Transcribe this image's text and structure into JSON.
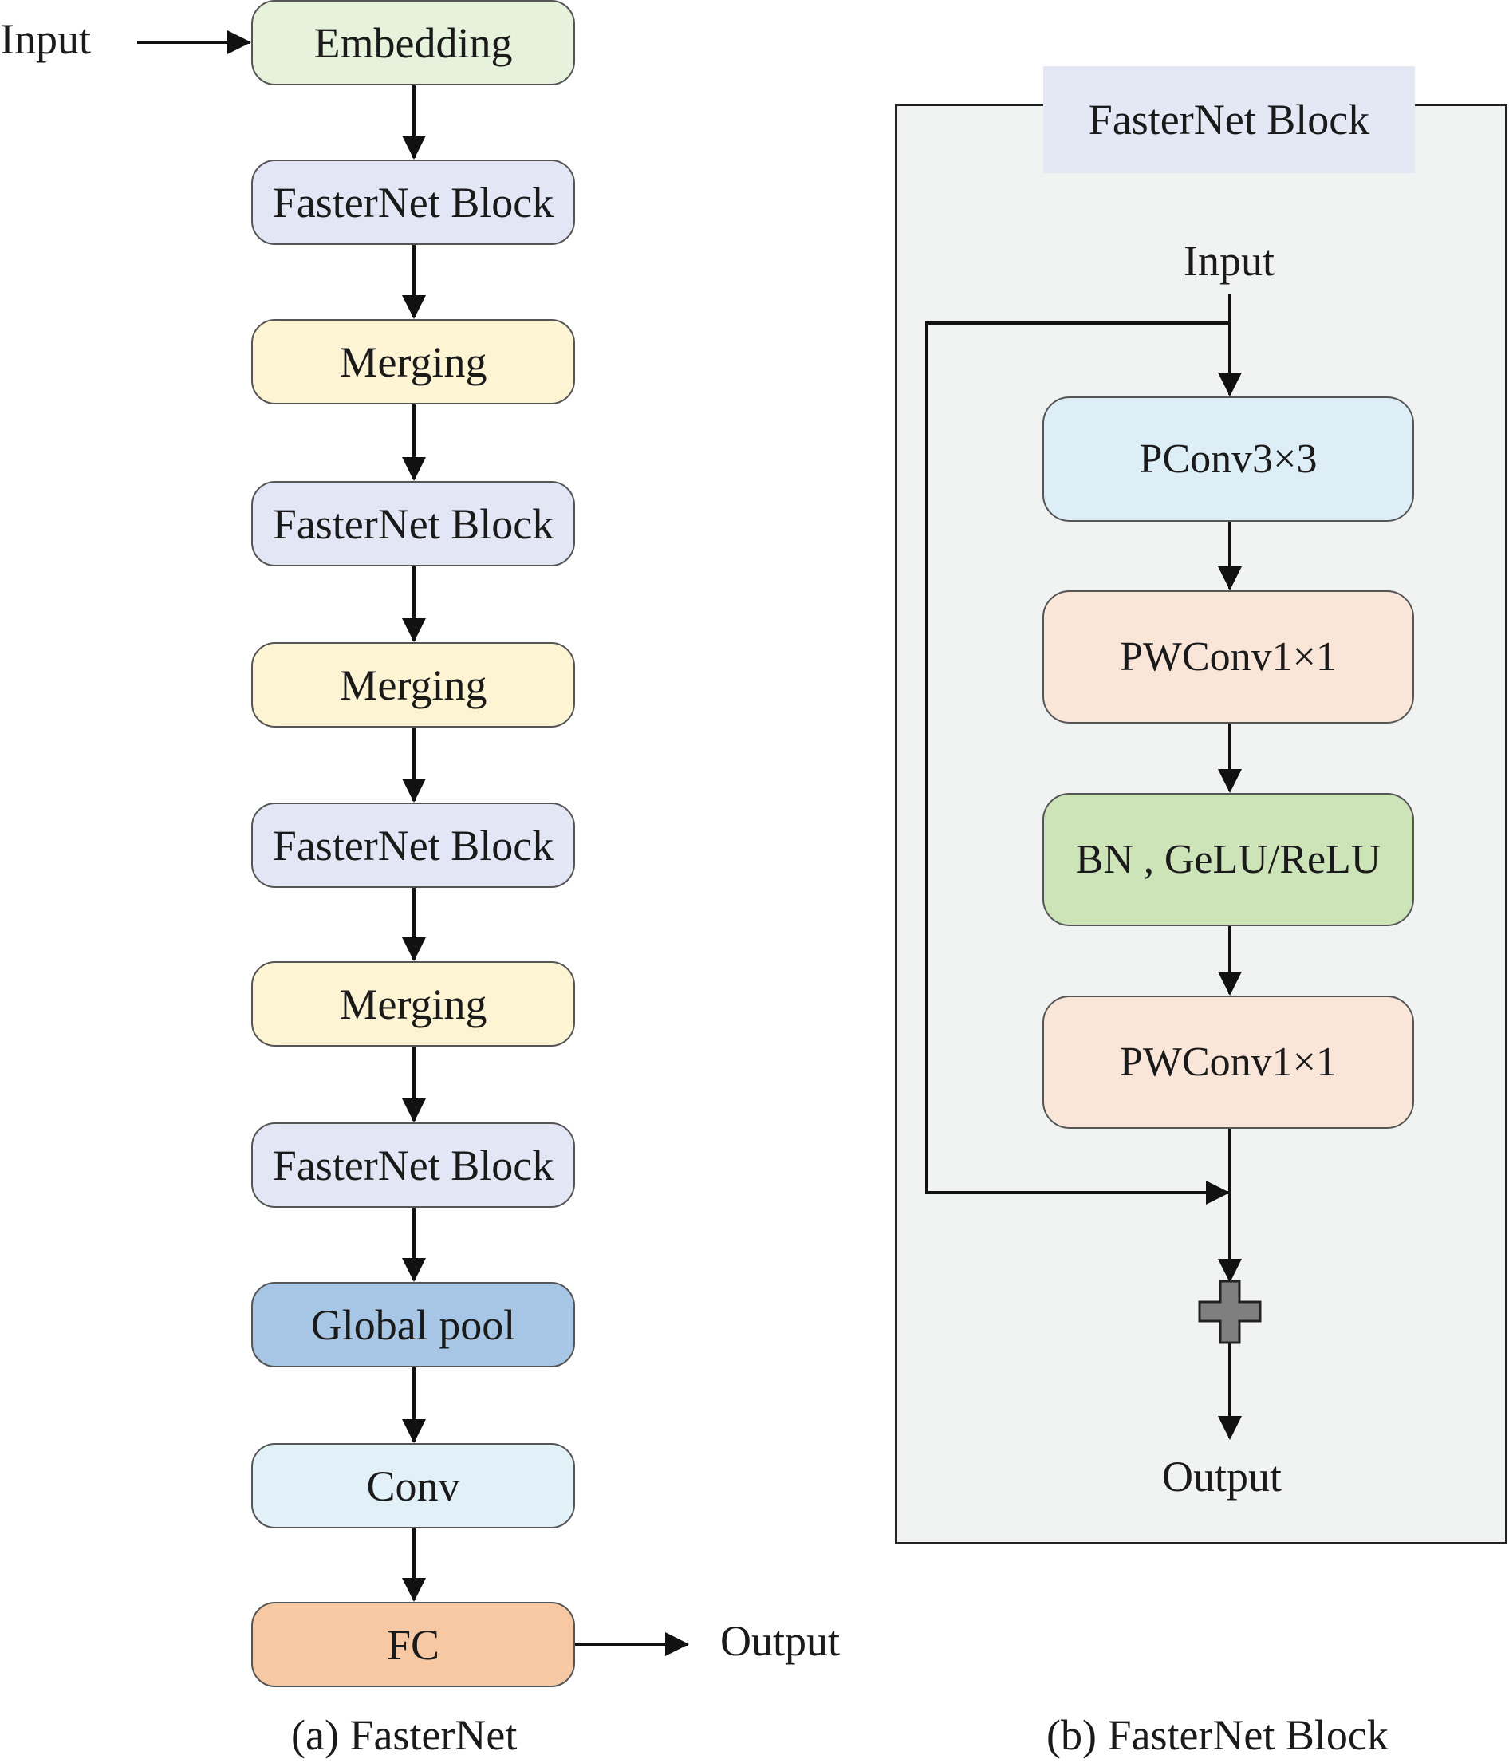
{
  "colors": {
    "embedding": "#e6f2dc",
    "fasternet_block": "#e3e6f4",
    "merging": "#fdf4d3",
    "global_pool": "#a7c6e6",
    "conv": "#e2f1f7",
    "fc": "#f6c9a4",
    "pconv": "#ddeef6",
    "pwconv": "#f9e6d8",
    "bn": "#cde4b8",
    "panel": "#f1f2f2",
    "panel_title": "#e3e8f4",
    "plus": "#7f7f7f"
  },
  "left": {
    "input_label": "Input",
    "output_label": "Output",
    "caption": "(a) FasterNet",
    "nodes": [
      {
        "label": "Embedding",
        "kind": "embedding"
      },
      {
        "label": "FasterNet Block",
        "kind": "fasternet_block"
      },
      {
        "label": "Merging",
        "kind": "merging"
      },
      {
        "label": "FasterNet Block",
        "kind": "fasternet_block"
      },
      {
        "label": "Merging",
        "kind": "merging"
      },
      {
        "label": "FasterNet Block",
        "kind": "fasternet_block"
      },
      {
        "label": "Merging",
        "kind": "merging"
      },
      {
        "label": "FasterNet Block",
        "kind": "fasternet_block"
      },
      {
        "label": "Global pool",
        "kind": "global_pool"
      },
      {
        "label": "Conv",
        "kind": "conv"
      },
      {
        "label": "FC",
        "kind": "fc"
      }
    ]
  },
  "right": {
    "title": "FasterNet Block",
    "input_label": "Input",
    "output_label": "Output",
    "caption": "(b) FasterNet Block",
    "nodes": [
      {
        "label": "PConv3×3",
        "kind": "pconv"
      },
      {
        "label": "PWConv1×1",
        "kind": "pwconv"
      },
      {
        "label": "BN , GeLU/ReLU",
        "kind": "bn"
      },
      {
        "label": "PWConv1×1",
        "kind": "pwconv"
      }
    ]
  }
}
